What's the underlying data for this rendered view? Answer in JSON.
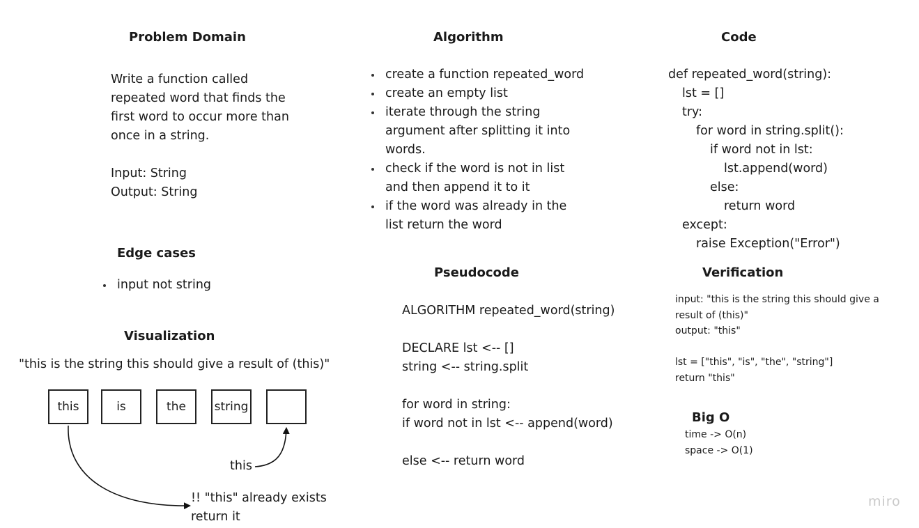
{
  "problem_domain": {
    "title": "Problem Domain",
    "lines": [
      "Write a function called",
      "repeated word that finds the",
      "first word to occur more than",
      "once in a string.",
      "",
      "Input: String",
      "Output:  String"
    ]
  },
  "edge_cases": {
    "title": "Edge cases",
    "items": [
      "input not string"
    ]
  },
  "visualization": {
    "title": "Visualization",
    "sentence": "\"this is the string this should give a result of (this)\"",
    "boxes": [
      "this",
      "is",
      "the",
      "string",
      ""
    ],
    "arrow_label_this": "this",
    "note_lines": [
      "!! \"this\" already exists",
      "return it"
    ]
  },
  "algorithm": {
    "title": "Algorithm",
    "items": [
      [
        "create a function repeated_word"
      ],
      [
        "create an empty list"
      ],
      [
        "iterate through the string",
        "argument after splitting it into",
        "words."
      ],
      [
        "check if the word is not in list",
        "and then append it to it"
      ],
      [
        "if the word was already in the",
        "list return the word"
      ]
    ]
  },
  "pseudocode": {
    "title": "Pseudocode",
    "lines": [
      "ALGORITHM repeated_word(string)",
      "",
      "DECLARE lst <-- []",
      "string <-- string.split",
      "",
      "for word in string:",
      "if word not in lst <-- append(word)",
      "",
      "else <-- return word"
    ]
  },
  "code": {
    "title": "Code",
    "lines": [
      "def repeated_word(string):",
      "lst = []",
      "try:",
      "for word in string.split():",
      "if word not in lst:",
      "lst.append(word)",
      "else:",
      "return word",
      "except:",
      "raise Exception(\"Error\")"
    ]
  },
  "verification": {
    "title": "Verification",
    "lines": [
      "input: \"this is the string this should give a",
      "result of (this)\"",
      "output: \"this\"",
      "",
      "lst = [\"this\", \"is\", \"the\", \"string\"]",
      "return \"this\""
    ]
  },
  "big_o": {
    "title": "Big O",
    "lines": [
      "time -> O(n)",
      "space -> O(1)"
    ]
  },
  "watermark": "miro"
}
